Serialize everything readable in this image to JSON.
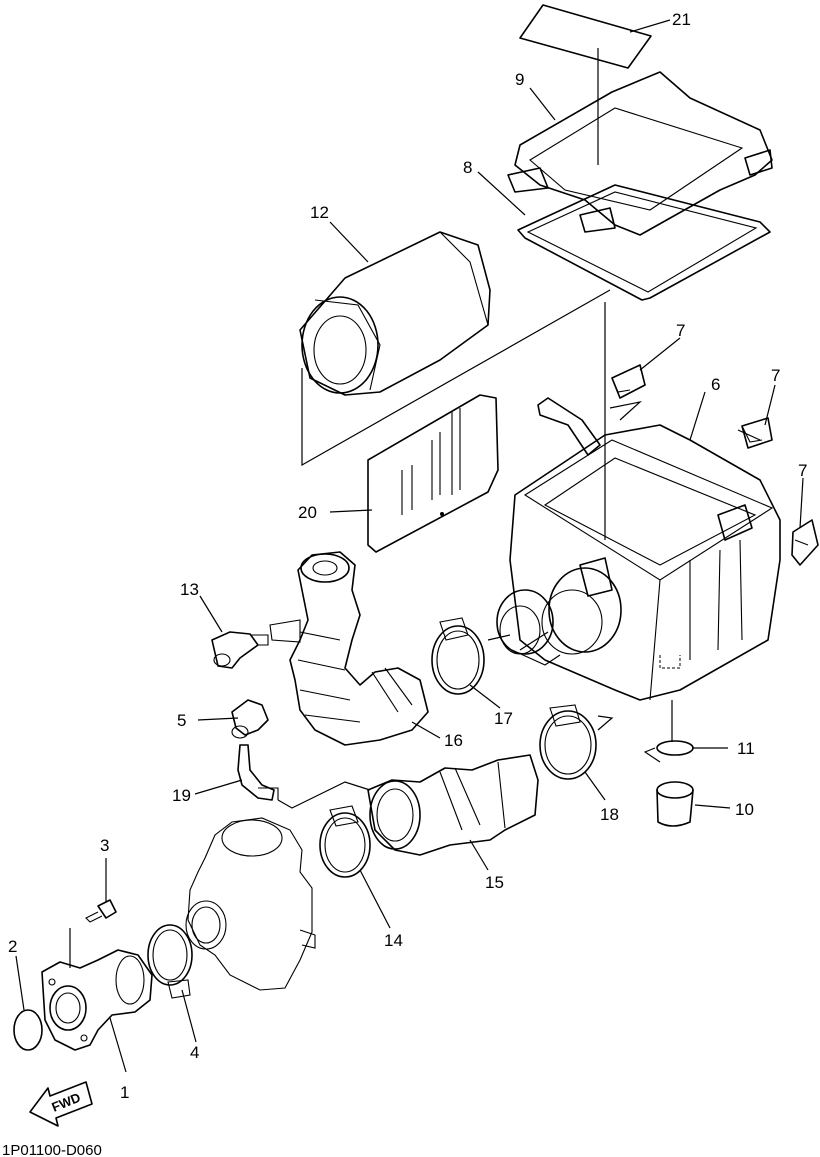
{
  "diagram_code": "1P01100-D060",
  "fwd_label": "FWD",
  "callouts": {
    "p1": "1",
    "p2": "2",
    "p3": "3",
    "p4": "4",
    "p5": "5",
    "p6": "6",
    "p7a": "7",
    "p7b": "7",
    "p7c": "7",
    "p8": "8",
    "p9": "9",
    "p10": "10",
    "p11": "11",
    "p12": "12",
    "p13": "13",
    "p14": "14",
    "p15": "15",
    "p16": "16",
    "p17": "17",
    "p18": "18",
    "p19": "19",
    "p20": "20",
    "p21": "21"
  }
}
